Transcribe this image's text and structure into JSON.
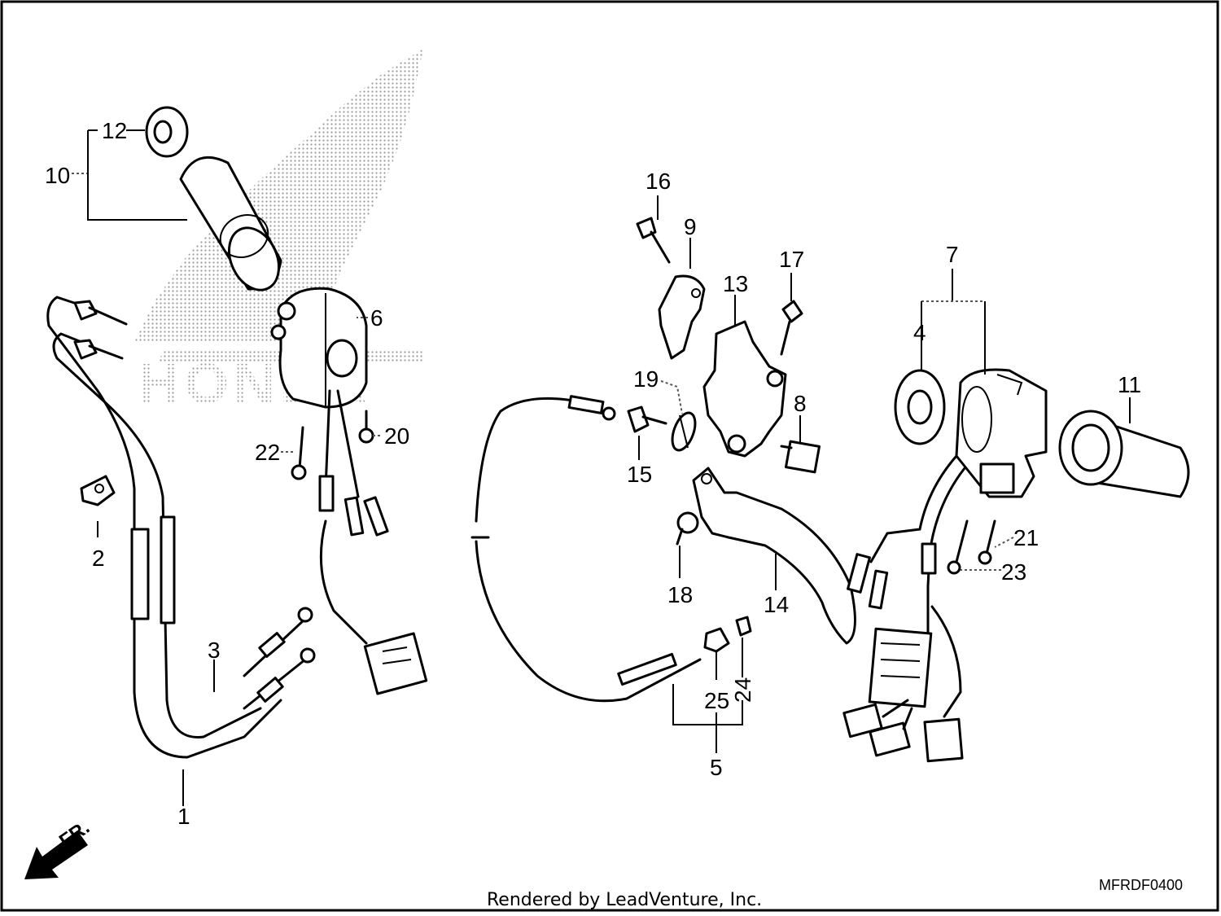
{
  "diagram_code": "MFRDF0400",
  "credit": "Rendered by LeadVenture, Inc.",
  "watermark_text": "HONDA",
  "direction_label": "FR.",
  "callouts": {
    "c1": "1",
    "c2": "2",
    "c3": "3",
    "c4": "4",
    "c5": "5",
    "c6": "6",
    "c7": "7",
    "c8": "8",
    "c9": "9",
    "c10": "10",
    "c11": "11",
    "c12": "12",
    "c13": "13",
    "c14": "14",
    "c15": "15",
    "c16": "16",
    "c17": "17",
    "c18": "18",
    "c19": "19",
    "c20": "20",
    "c21": "21",
    "c22": "22",
    "c23": "23",
    "c24": "24",
    "c25": "25"
  }
}
